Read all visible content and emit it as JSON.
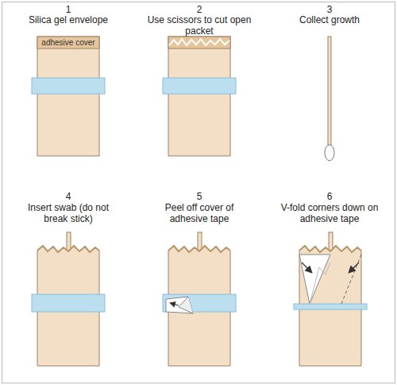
{
  "diagram": {
    "labels": [
      "1",
      "Silica gel envelope",
      "adhesive cover",
      "2",
      "Use scissors to cut open packet",
      "3",
      "Collect growth",
      "4",
      "Insert swab (do not break stick)",
      "5",
      "Peel off cover of adhesive tape",
      "6",
      "V-fold corners down on adhesive tape"
    ]
  }
}
